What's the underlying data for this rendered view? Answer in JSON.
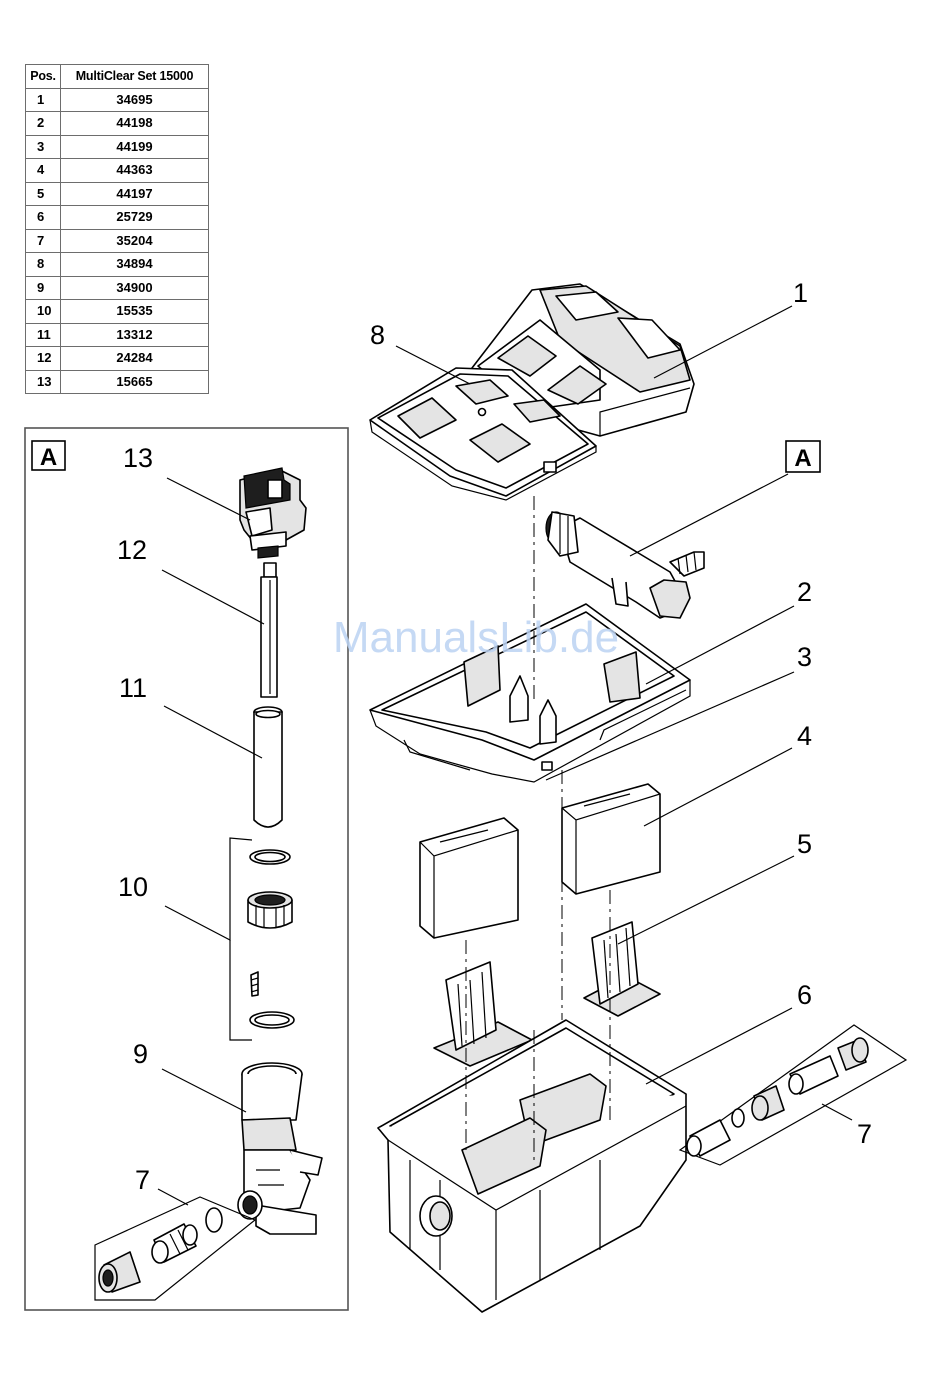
{
  "table": {
    "header": {
      "pos": "Pos.",
      "set": "MultiClear Set 15000"
    },
    "rows": [
      {
        "pos": "1",
        "number": "34695"
      },
      {
        "pos": "2",
        "number": "44198"
      },
      {
        "pos": "3",
        "number": "44199"
      },
      {
        "pos": "4",
        "number": "44363"
      },
      {
        "pos": "5",
        "number": "44197"
      },
      {
        "pos": "6",
        "number": "25729"
      },
      {
        "pos": "7",
        "number": "35204"
      },
      {
        "pos": "8",
        "number": "34894"
      },
      {
        "pos": "9",
        "number": "34900"
      },
      {
        "pos": "10",
        "number": "15535"
      },
      {
        "pos": "11",
        "number": "13312"
      },
      {
        "pos": "12",
        "number": "24284"
      },
      {
        "pos": "13",
        "number": "15665"
      }
    ]
  },
  "callouts": {
    "p1": "1",
    "p2": "2",
    "p3": "3",
    "p4": "4",
    "p5": "5",
    "p6": "6",
    "p7_right": "7",
    "p7_left": "7",
    "p8": "8",
    "p9": "9",
    "p10": "10",
    "p11": "11",
    "p12": "12",
    "p13": "13"
  },
  "detail_labels": {
    "inset": "A",
    "main": "A"
  },
  "watermark": "ManualsLib.de"
}
